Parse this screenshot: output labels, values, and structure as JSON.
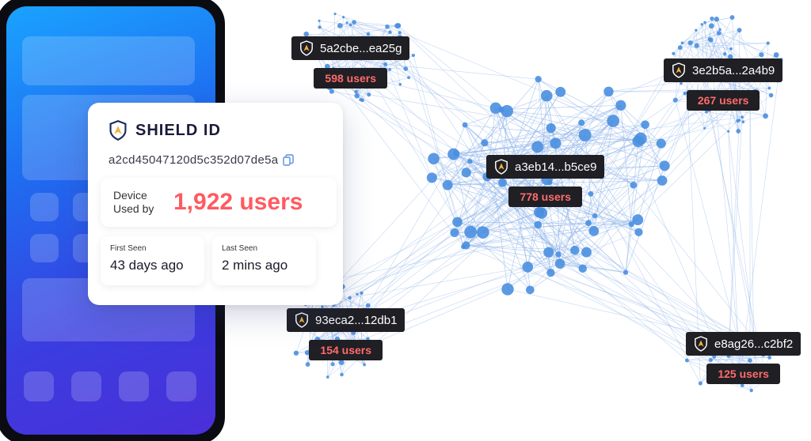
{
  "card": {
    "title": "SHIELD ID",
    "device_id": "a2cd45047120d5c352d07de5a",
    "used_by_label_line1": "Device",
    "used_by_label_line2": "Used by",
    "used_by_value": "1,922 users",
    "first_seen_label": "First Seen",
    "first_seen_value": "43 days ago",
    "last_seen_label": "Last Seen",
    "last_seen_value": "2 mins ago"
  },
  "nodes": [
    {
      "id": "5a2cbe...ea25g",
      "users": "598 users"
    },
    {
      "id": "3e2b5a...2a4b9",
      "users": "267 users"
    },
    {
      "id": "a3eb14...b5ce9",
      "users": "778 users"
    },
    {
      "id": "93eca2...12db1",
      "users": "154 users"
    },
    {
      "id": "e8ag26...c2bf2",
      "users": "125 users"
    }
  ],
  "colors": {
    "accent_red": "#ff5a5f",
    "node_blue": "#4a8fe0",
    "edge_blue": "#8fb4ea",
    "dark_label": "#1f1f24",
    "brand_navy": "#1b2a5a"
  },
  "icons": {
    "brand": "shield-logo-icon",
    "copy": "copy-icon"
  }
}
